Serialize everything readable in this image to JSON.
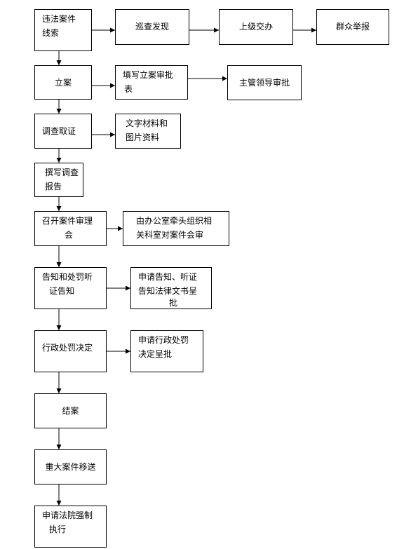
{
  "nodes": {
    "n1": [
      "违法案件",
      "线索"
    ],
    "n2": [
      "巡查发现"
    ],
    "n3": [
      "上级交办"
    ],
    "n4": [
      "群众举报"
    ],
    "n5": [
      "立案"
    ],
    "n6": [
      "填写立案审批",
      "表"
    ],
    "n7": [
      "主管领导审批"
    ],
    "n8": [
      "调查取证"
    ],
    "n9": [
      "文字材料和",
      "图片资料"
    ],
    "n10": [
      "撰写调查",
      "报告"
    ],
    "n11": [
      "召开案件审理",
      "会"
    ],
    "n12": [
      "由办公室牵头组织相",
      "关科室对案件会审"
    ],
    "n13": [
      "告知和处罚听",
      "证告知"
    ],
    "n14": [
      "申请告知、听证",
      "告知法律文书呈",
      "批"
    ],
    "n15": [
      "行政处罚决定"
    ],
    "n16": [
      "申请行政处罚",
      "决定呈批"
    ],
    "n17": [
      "结案"
    ],
    "n18": [
      "重大案件移送"
    ],
    "n19": [
      "申请法院强制",
      "执行"
    ]
  }
}
